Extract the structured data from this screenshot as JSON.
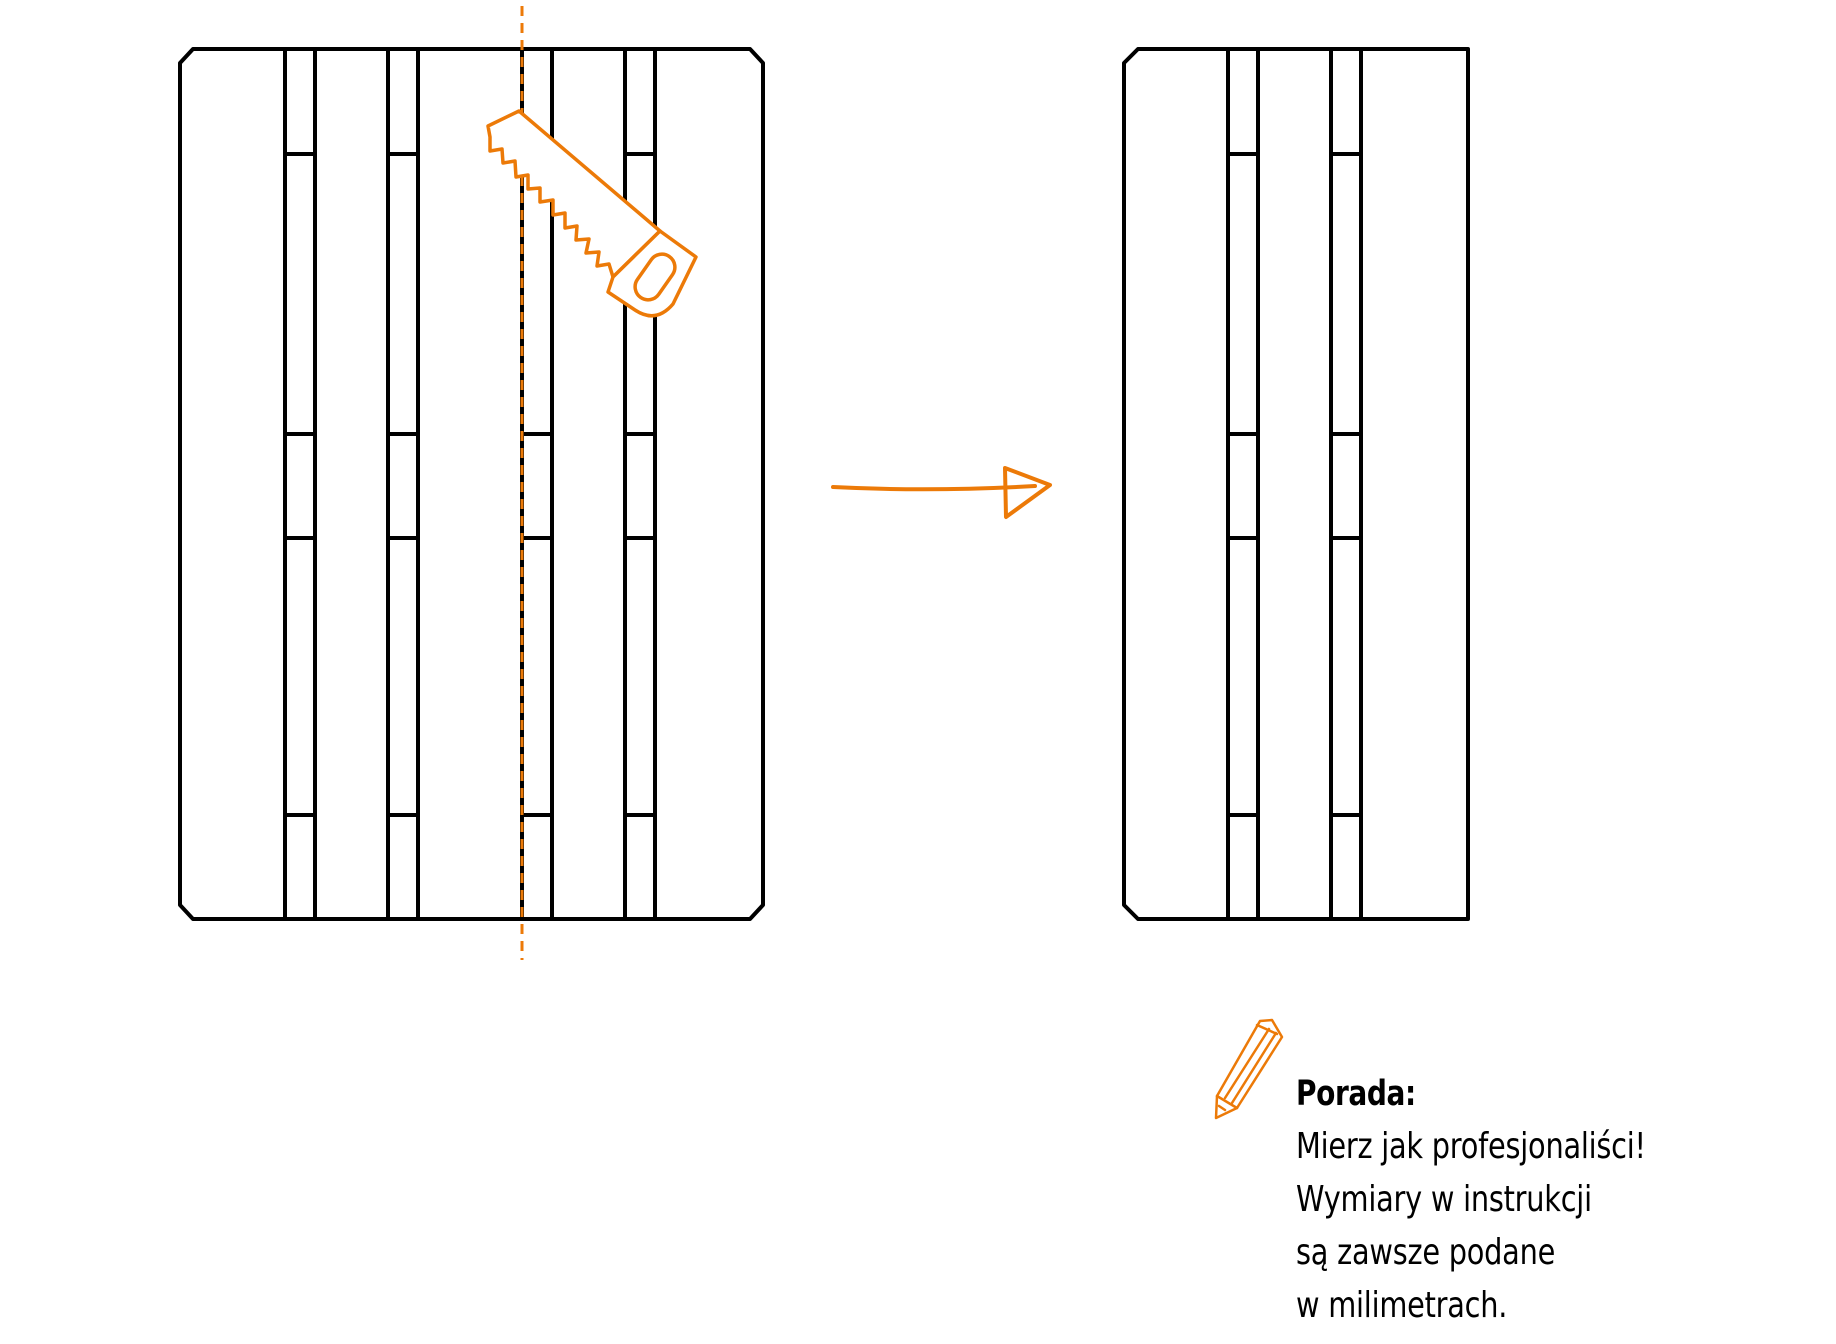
{
  "colors": {
    "line": "#000000",
    "accent": "#ec7a08",
    "background": "#ffffff"
  },
  "illustration": {
    "before": "pallet-full-with-cut-line",
    "tool": "saw-icon",
    "transition": "arrow-right-icon",
    "after": "pallet-cut"
  },
  "tip": {
    "title": "Porada:",
    "lines": [
      "Mierz jak profesjonaliści!",
      "Wymiary w instrukcji",
      "są zawsze podane",
      "w milimetrach."
    ],
    "icon": "pencil-icon"
  }
}
